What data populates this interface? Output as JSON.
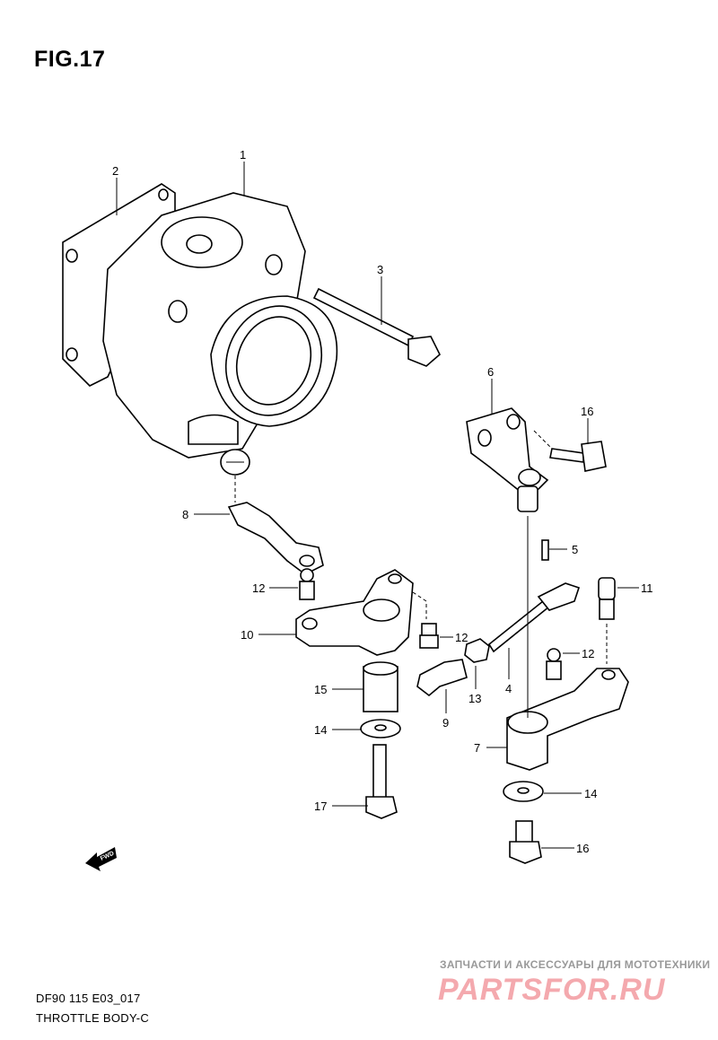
{
  "figure_title": "FIG.17",
  "model_code": "DF90 115 E03_017",
  "section_title": "THROTTLE  BODY-C",
  "direction_badge": "FWD",
  "watermark": {
    "tagline": "ЗАПЧАСТИ И АКСЕССУАРЫ ДЛЯ МОТОТЕХНИКИ",
    "logo": "PARTSFOR.RU",
    "color": "#f4a9ae"
  },
  "callouts": [
    "1",
    "2",
    "3",
    "6",
    "16",
    "5",
    "11",
    "8",
    "12",
    "10",
    "12",
    "12",
    "15",
    "14",
    "9",
    "13",
    "4",
    "7",
    "14",
    "17",
    "16"
  ]
}
